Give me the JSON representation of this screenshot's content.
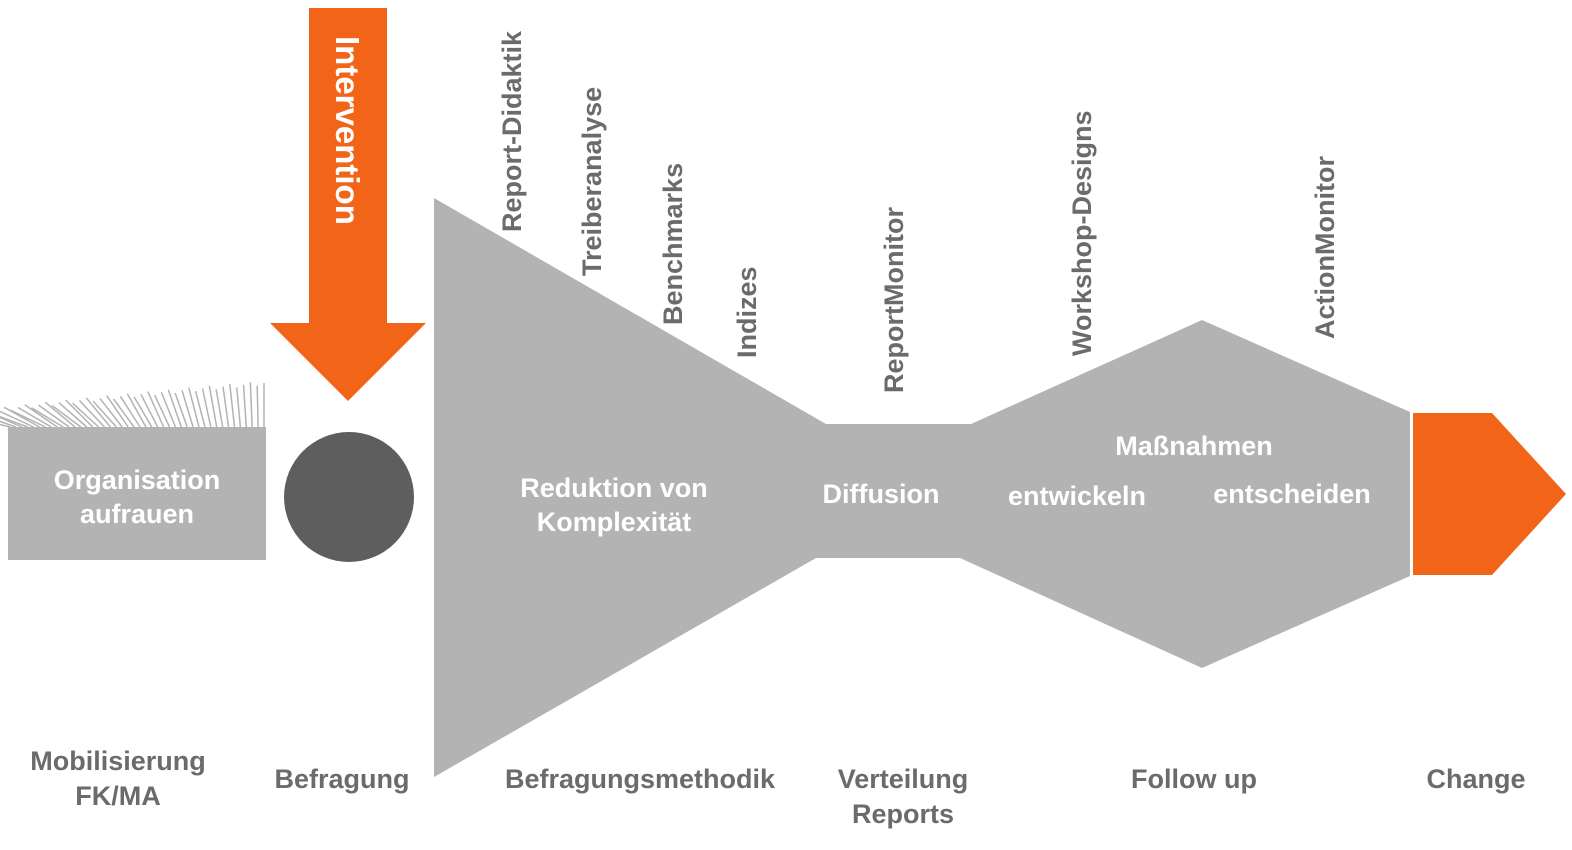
{
  "colors": {
    "shape_gray": "#b3b3b3",
    "dark_circle": "#5e5e5e",
    "accent_orange": "#f26418",
    "label_gray": "#6b6b6b",
    "white": "#ffffff"
  },
  "intervention": {
    "label": "Intervention"
  },
  "organisation": {
    "line1": "Organisation",
    "line2": "aufrauen"
  },
  "funnel": {
    "line1": "Reduktion von",
    "line2": "Komplexität"
  },
  "diffusion": {
    "label": "Diffusion"
  },
  "massnahmen": {
    "top": "Maßnahmen",
    "left": "entwickeln",
    "right": "entscheiden"
  },
  "tools": [
    "Report-Didaktik",
    "Treiberanalyse",
    "Benchmarks",
    "Indizes",
    "ReportMonitor",
    "Workshop-Designs",
    "ActionMonitor"
  ],
  "stages": {
    "mobilisierung": {
      "line1": "Mobilisierung",
      "line2": "FK/MA"
    },
    "befragung": "Befragung",
    "methodik": "Befragungsmethodik",
    "verteilung": {
      "line1": "Verteilung",
      "line2": "Reports"
    },
    "followup": "Follow up",
    "change": "Change"
  }
}
